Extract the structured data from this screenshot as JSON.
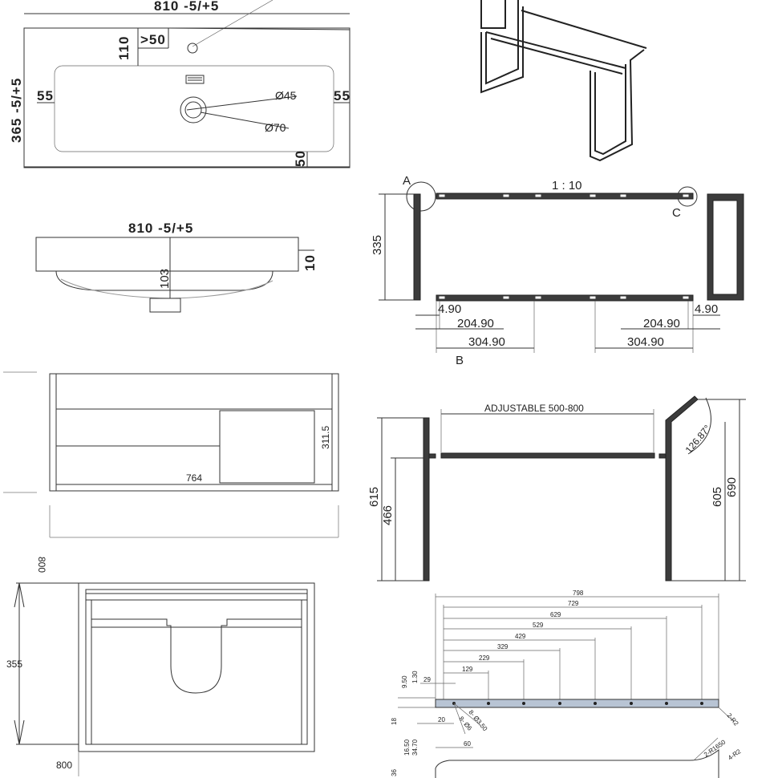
{
  "basin_top": {
    "width_dim": "810 -5/+5",
    "depth_dim": "365 -5/+5",
    "tap_offset": "110",
    "tap_dist": ">50",
    "side_left": "55",
    "side_right": "55",
    "bottom_dim": "50",
    "drain_d1": "Ø45",
    "drain_d2": "Ø70"
  },
  "basin_front": {
    "width_dim": "810 -5/+5",
    "height_dim": "103",
    "rim_dim": "10"
  },
  "cabinet_top": {
    "dim_764": "764",
    "dim_311": "311.5",
    "dim_800": "800"
  },
  "cabinet_front": {
    "height_dim": "355",
    "width_dim": "800"
  },
  "frame_plan": {
    "scale": "1 : 10",
    "label_a": "A",
    "label_b": "B",
    "label_c": "C",
    "height_dim": "335",
    "dim_l1": "4.90",
    "dim_l2": "204.90",
    "dim_l3": "304.90",
    "dim_r1": "4.90",
    "dim_r2": "204.90",
    "dim_r3": "304.90"
  },
  "frame_side": {
    "adjustable": "ADJUSTABLE 500-800",
    "dim_615": "615",
    "dim_466": "466",
    "dim_605": "605",
    "dim_690": "690",
    "angle": "126.87°"
  },
  "rail_detail": {
    "dims": [
      "798",
      "729",
      "629",
      "529",
      "429",
      "329",
      "229",
      "129"
    ],
    "dim_29": "29",
    "dim_20": "20",
    "dim_950": "9.50",
    "dim_130": "1.30",
    "dim_18": "18",
    "hole_a": "8- Ø3.50",
    "hole_b": "8- Ø6",
    "r_end": "2-R2",
    "dim_60": "60",
    "dim_3470": "34.70",
    "dim_1650": "16.50",
    "dim_36": "36",
    "r_big": "2-R1650",
    "r_small": "4-R2"
  }
}
